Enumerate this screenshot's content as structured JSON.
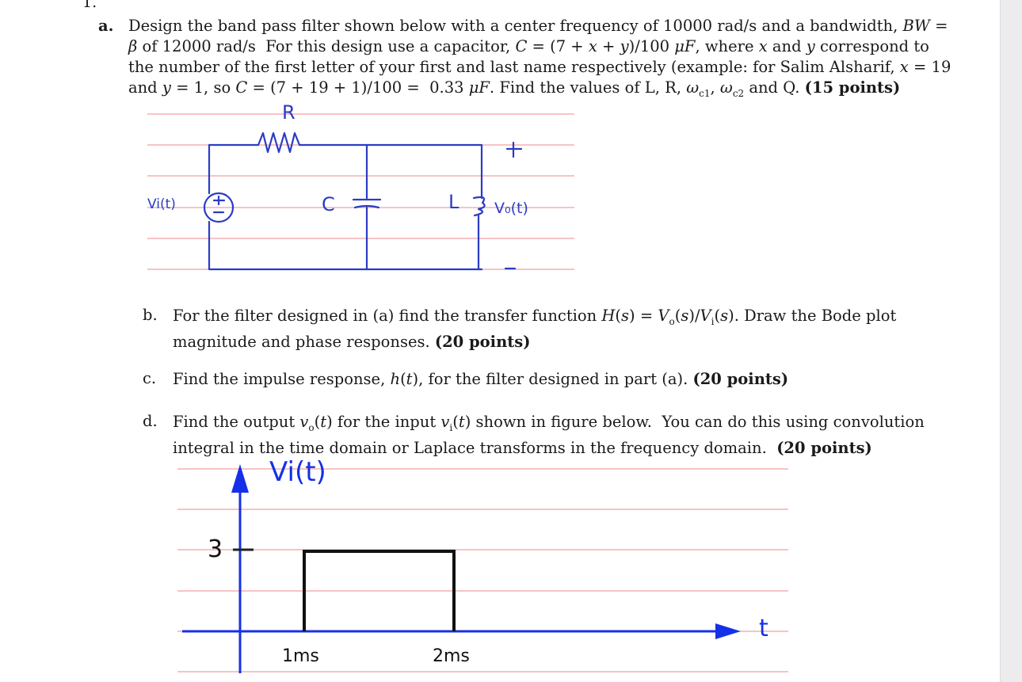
{
  "question_number": "1.",
  "parts": {
    "a": {
      "label": "a.",
      "points": "(15 points)"
    },
    "b": {
      "label": "b.",
      "points": "(20 points)"
    },
    "c": {
      "label": "c.",
      "points": "(20 points)"
    },
    "d": {
      "label": "d.",
      "points": "(20 points)"
    }
  },
  "circuit": {
    "resistor_label": "R",
    "source_label": "Vi(t)",
    "capacitor_label": "C",
    "inductor_label": "L",
    "output_label": "V₀(t)",
    "plus_sign": "+",
    "minus_sign": "-"
  },
  "input_graph": {
    "y_label": "Vi(t)",
    "x_label": "t",
    "amplitude_label": "3",
    "t1_label": "1ms",
    "t2_label": "2ms"
  },
  "colors": {
    "ruled_line": "#f2a0a0",
    "ink": "#2b3cc4",
    "axis_blue": "#1530e8",
    "pulse": "#111111"
  }
}
